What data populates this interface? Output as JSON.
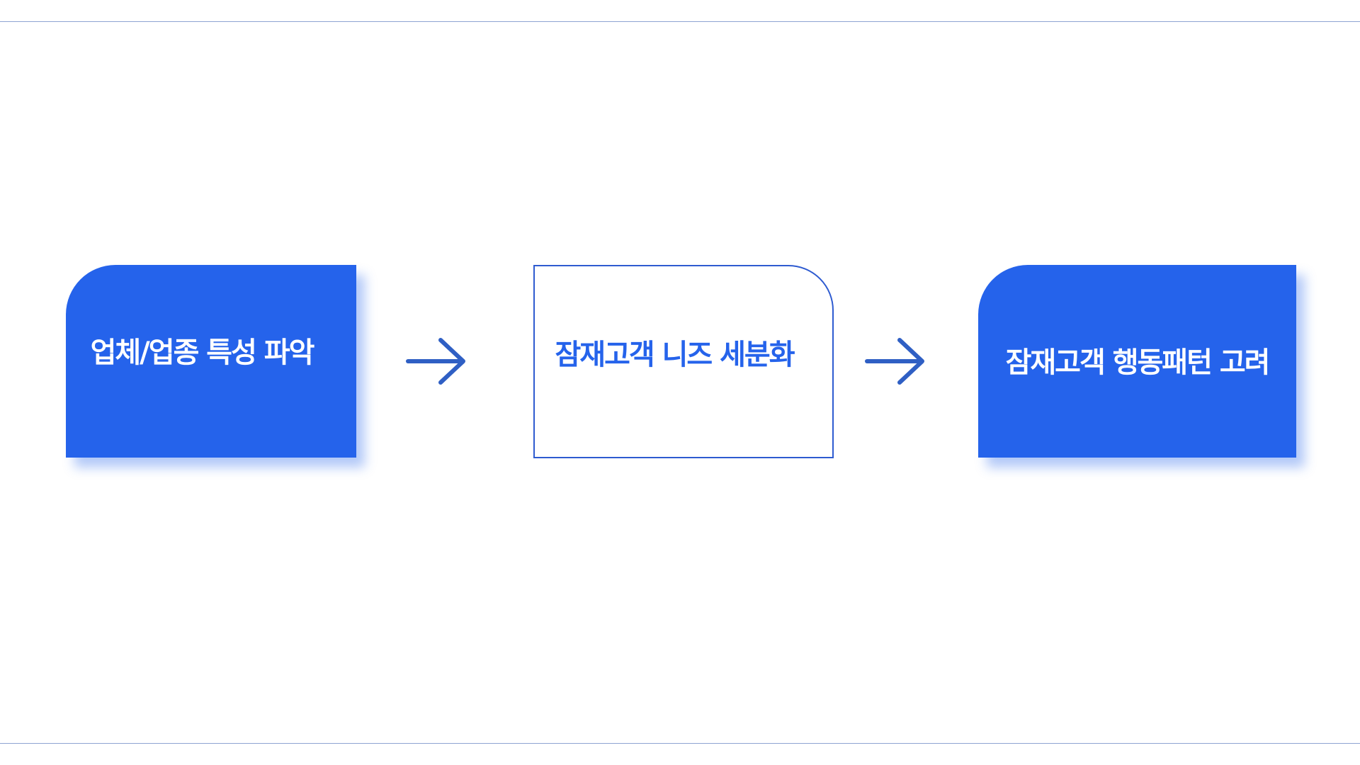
{
  "diagram": {
    "steps": [
      {
        "label": "업체/업종 특성 파악",
        "style": "filled"
      },
      {
        "label": "잠재고객 니즈 세분화",
        "style": "outline"
      },
      {
        "label": "잠재고객 행동패턴 고려",
        "style": "filled"
      }
    ],
    "connectors": [
      "arrow-right-icon",
      "arrow-right-icon"
    ]
  },
  "colors": {
    "accent": "#2563eb",
    "outline": "#2e5bd0",
    "rule": "#8ea4d2",
    "arrow": "#2f5fc4"
  }
}
